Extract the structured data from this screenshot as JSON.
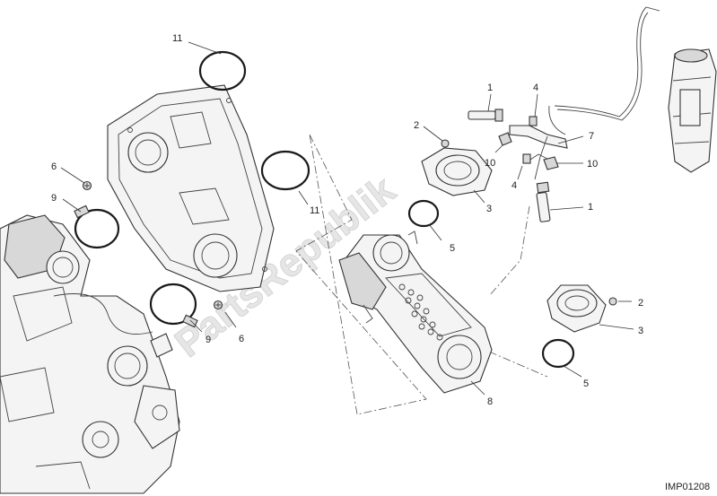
{
  "diagram": {
    "code": "IMP01208",
    "watermark": "PartsRepublik",
    "callouts": [
      {
        "id": "c11a",
        "text": "11"
      },
      {
        "id": "c11b",
        "text": "11"
      },
      {
        "id": "c6a",
        "text": "6"
      },
      {
        "id": "c6b",
        "text": "6"
      },
      {
        "id": "c9a",
        "text": "9"
      },
      {
        "id": "c9b",
        "text": "9"
      },
      {
        "id": "c2a",
        "text": "2"
      },
      {
        "id": "c2b",
        "text": "2"
      },
      {
        "id": "c3a",
        "text": "3"
      },
      {
        "id": "c3b",
        "text": "3"
      },
      {
        "id": "c5a",
        "text": "5"
      },
      {
        "id": "c5b",
        "text": "5"
      },
      {
        "id": "c1a",
        "text": "1"
      },
      {
        "id": "c1b",
        "text": "1"
      },
      {
        "id": "c4a",
        "text": "4"
      },
      {
        "id": "c4b",
        "text": "4"
      },
      {
        "id": "c10a",
        "text": "10"
      },
      {
        "id": "c10b",
        "text": "10"
      },
      {
        "id": "c7",
        "text": "7"
      },
      {
        "id": "c8",
        "text": "8"
      }
    ]
  }
}
